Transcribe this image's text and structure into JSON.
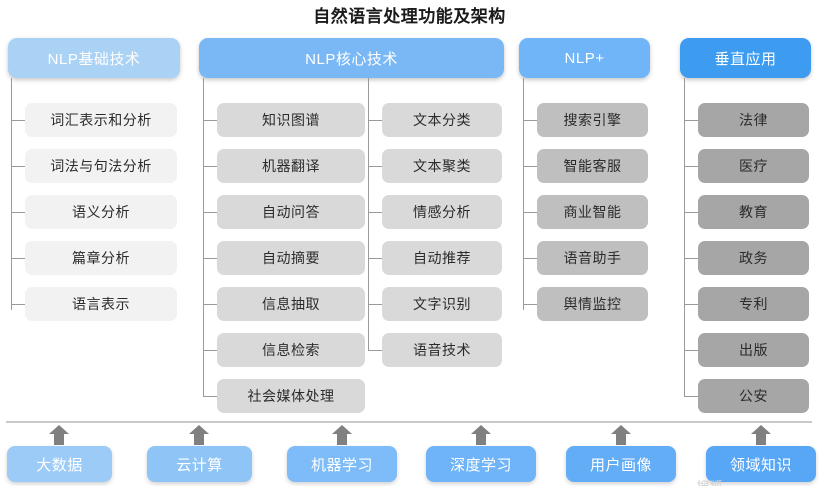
{
  "title": "自然语言处理功能及架构",
  "colors": {
    "header_basic": "#a9d2f5",
    "header_core": "#7ab8f5",
    "header_plus": "#6fb5f8",
    "header_vertical": "#3d9bf0",
    "leaf_level1": "#f2f2f2",
    "leaf_level2": "#d9d9d9",
    "leaf_level3": "#bfbfbf",
    "leaf_level4": "#a6a6a6",
    "connector": "#9a9a9a",
    "arrow": "#808080",
    "baseline": "#c9c9c9"
  },
  "columns": [
    {
      "id": "nlp-basic",
      "header": "NLP基础技术",
      "items": [
        "词汇表示和分析",
        "词法与句法分析",
        "语义分析",
        "篇章分析",
        "语言表示"
      ]
    },
    {
      "id": "nlp-core",
      "header": "NLP核心技术",
      "items_left": [
        "知识图谱",
        "机器翻译",
        "自动问答",
        "自动摘要",
        "信息抽取",
        "信息检索",
        "社会媒体处理"
      ],
      "items_right": [
        "文本分类",
        "文本聚类",
        "情感分析",
        "自动推荐",
        "文字识别",
        "语音技术"
      ]
    },
    {
      "id": "nlp-plus",
      "header": "NLP+",
      "items": [
        "搜索引擎",
        "智能客服",
        "商业智能",
        "语音助手",
        "舆情监控"
      ]
    },
    {
      "id": "vertical-app",
      "header": "垂直应用",
      "items": [
        "法律",
        "医疗",
        "教育",
        "政务",
        "专利",
        "出版",
        "公安"
      ]
    }
  ],
  "foundation": {
    "items": [
      "大数据",
      "云计算",
      "机器学习",
      "深度学习",
      "用户画像",
      "领域知识"
    ],
    "colors": [
      "#9ccbf7",
      "#8fc4f7",
      "#7dbcf8",
      "#6fb4f8",
      "#63adf7",
      "#58a7f6"
    ]
  },
  "watermark": "搜狐"
}
